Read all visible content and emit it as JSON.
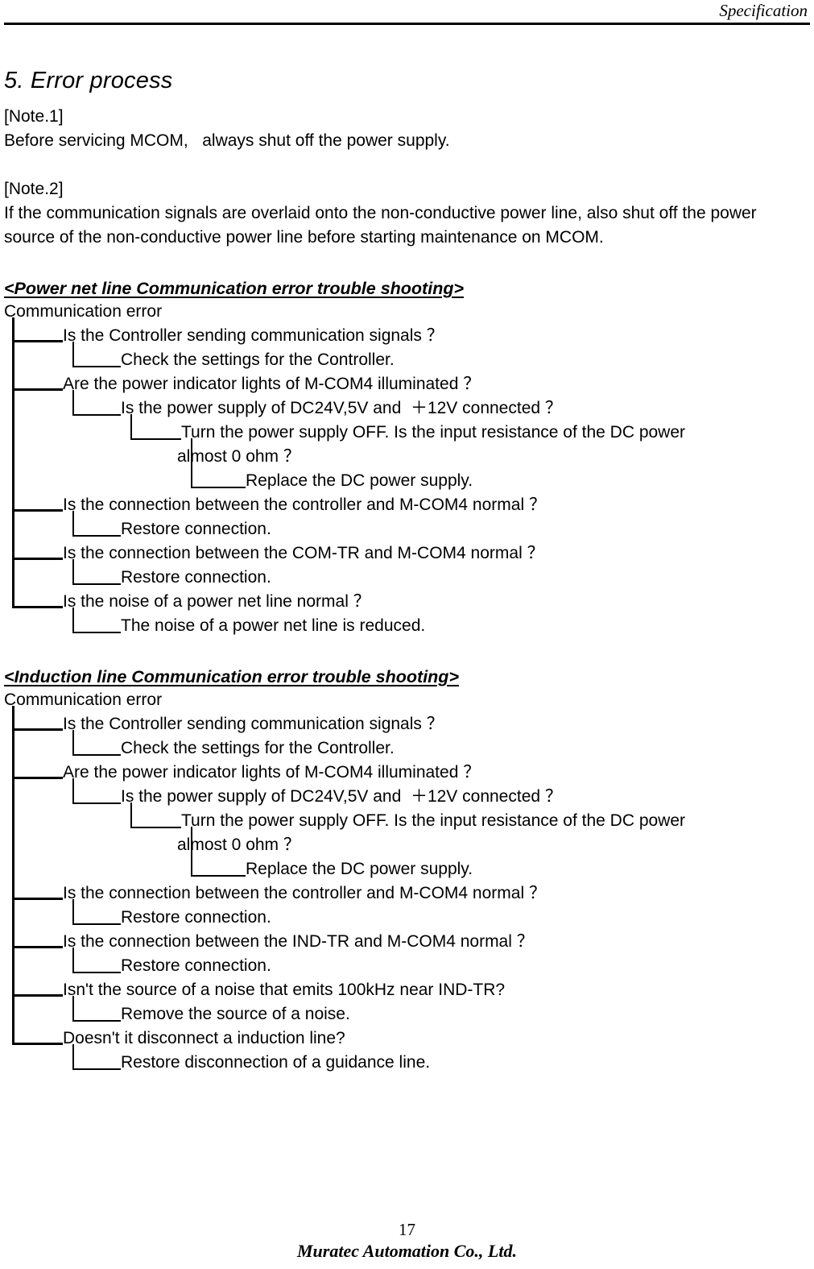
{
  "header": {
    "title": "Specification"
  },
  "section": {
    "title": "5.  Error process"
  },
  "notes": [
    {
      "label": "[Note.1]",
      "text": "Before servicing MCOM,   always shut off the power supply."
    },
    {
      "label": "[Note.2]",
      "text": "If the communication signals are overlaid onto the non-conductive power line, also shut off the power source of the non-conductive power line before starting maintenance on MCOM."
    }
  ],
  "trees": [
    {
      "title": "<Power net line Communication error trouble shooting>",
      "root": "Communication error",
      "rows": [
        {
          "level": 1,
          "text": "Is the Controller sending communication signals ？"
        },
        {
          "level": 2,
          "text": "Check the settings for the Controller."
        },
        {
          "level": 1,
          "text": "Are the power indicator lights of M-COM4 illuminated ？"
        },
        {
          "level": 2,
          "text": "Is the power supply of DC24V,5V and  ＋12V connected ？"
        },
        {
          "level": 3,
          "text": "Turn the power supply OFF. Is the input resistance of the DC power"
        },
        {
          "level": 3,
          "continuation": true,
          "text": "almost 0 ohm ？"
        },
        {
          "level": 4,
          "text": "Replace the DC power supply."
        },
        {
          "level": 1,
          "text": "Is the connection between the controller and M-COM4 normal ？"
        },
        {
          "level": 2,
          "text": "Restore connection."
        },
        {
          "level": 1,
          "text": "Is the connection between the COM-TR and M-COM4 normal ？"
        },
        {
          "level": 2,
          "text": "Restore connection."
        },
        {
          "level": 1,
          "text": "Is the noise of a power net line normal ？"
        },
        {
          "level": 2,
          "text": "The noise of a power net line is reduced."
        }
      ]
    },
    {
      "title": "<Induction line Communication error trouble shooting>",
      "root": "Communication error",
      "rows": [
        {
          "level": 1,
          "text": "Is the Controller sending communication signals ？"
        },
        {
          "level": 2,
          "text": "Check the settings for the Controller."
        },
        {
          "level": 1,
          "text": "Are the power indicator lights of M-COM4 illuminated ？"
        },
        {
          "level": 2,
          "text": "Is the power supply of DC24V,5V and  ＋12V connected ？"
        },
        {
          "level": 3,
          "text": "Turn the power supply OFF. Is the input resistance of the DC power"
        },
        {
          "level": 3,
          "continuation": true,
          "text": "almost 0 ohm ？"
        },
        {
          "level": 4,
          "text": "Replace the DC power supply."
        },
        {
          "level": 1,
          "text": "Is the connection between the controller and M-COM4 normal ？"
        },
        {
          "level": 2,
          "text": "Restore connection."
        },
        {
          "level": 1,
          "text": "Is the connection between the IND-TR and M-COM4 normal ？"
        },
        {
          "level": 2,
          "text": "Restore connection."
        },
        {
          "level": 1,
          "text": "Isn't the source of a noise that emits 100kHz near IND-TR?"
        },
        {
          "level": 2,
          "text": "Remove the source of a noise."
        },
        {
          "level": 1,
          "text": "Doesn't it disconnect a induction line?"
        },
        {
          "level": 2,
          "text": "Restore disconnection of a guidance line."
        }
      ]
    }
  ],
  "footer": {
    "page_number": "17",
    "company": "Muratec Automation Co., Ltd."
  }
}
